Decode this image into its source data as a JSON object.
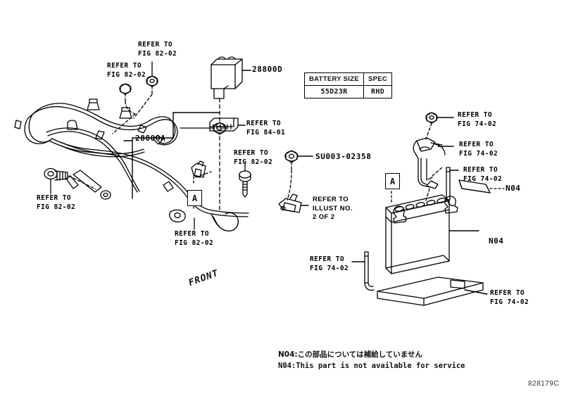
{
  "diagram": {
    "code": "828179C",
    "front_marker": "FRONT",
    "callout_a_1": "A",
    "callout_a_2": "A"
  },
  "spec_table": {
    "headers": [
      "BATTERY SIZE",
      "SPEC"
    ],
    "rows": [
      [
        "55D23R",
        "RHD"
      ]
    ]
  },
  "part_numbers": [
    {
      "id": "p-28800D",
      "text": "28800D"
    },
    {
      "id": "p-28800A",
      "text": "28800A"
    },
    {
      "id": "p-SU003",
      "text": "SU003-02358"
    }
  ],
  "n04_markers": [
    {
      "id": "n04-clamp",
      "text": "N04"
    },
    {
      "id": "n04-battery",
      "text": "N04"
    }
  ],
  "refer_labels": [
    {
      "id": "ref-top-1",
      "line1": "REFER TO",
      "line2": "FIG 82-02"
    },
    {
      "id": "ref-top-2",
      "line1": "REFER TO",
      "line2": "FIG 82-02"
    },
    {
      "id": "ref-fig8401",
      "line1": "REFER TO",
      "line2": "FIG 84-01"
    },
    {
      "id": "ref-mid-8202",
      "line1": "REFER TO",
      "line2": "FIG 82-02"
    },
    {
      "id": "ref-left-8202",
      "line1": "REFER TO",
      "line2": "FIG 82-02"
    },
    {
      "id": "ref-bot-8202",
      "line1": "REFER TO",
      "line2": "FIG 82-02"
    },
    {
      "id": "ref-r-7402-1",
      "line1": "REFER TO",
      "line2": "FIG 74-02"
    },
    {
      "id": "ref-r-7402-2",
      "line1": "REFER TO",
      "line2": "FIG 74-02"
    },
    {
      "id": "ref-r-7402-3",
      "line1": "REFER TO",
      "line2": "FIG 74-02"
    },
    {
      "id": "ref-rod-7402",
      "line1": "REFER TO",
      "line2": "FIG 74-02"
    },
    {
      "id": "ref-tray-7402",
      "line1": "REFER TO",
      "line2": "FIG 74-02"
    }
  ],
  "illust_ref": {
    "line1": "REFER TO",
    "line2": "ILLUST NO.",
    "line3": "2 OF 2"
  },
  "footnotes": {
    "japanese": "N04:この部品については補給していません",
    "english": "N04:This part is not available for service"
  },
  "colors": {
    "ink": "#000000",
    "paper": "#ffffff"
  }
}
